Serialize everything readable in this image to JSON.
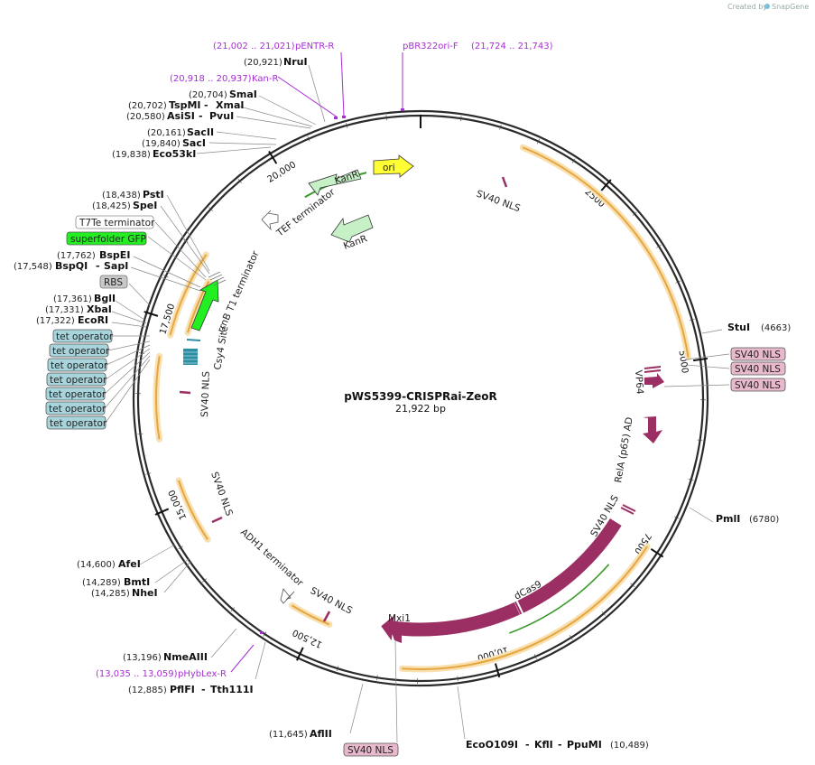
{
  "credit": {
    "prefix": "Created by",
    "brand": "SnapGene"
  },
  "plasmid": {
    "name": "pWS5399-CRISPRai-ZeoR",
    "length": "21,922 bp"
  },
  "ticks": [
    "2500",
    "5000",
    "7500",
    "10,000",
    "12,500",
    "15,000",
    "17,500",
    "20,000"
  ],
  "enzymes": [
    {
      "pos": "(20,921)",
      "name": "NruI"
    },
    {
      "pos": "(20,704)",
      "name": "SmaI"
    },
    {
      "pos": "(20,702)",
      "name": "TspMI",
      "name2": "XmaI"
    },
    {
      "pos": "(20,580)",
      "name": "AsiSI",
      "name2": "PvuI"
    },
    {
      "pos": "(20,161)",
      "name": "SacII"
    },
    {
      "pos": "(19,840)",
      "name": "SacI"
    },
    {
      "pos": "(19,838)",
      "name": "Eco53kI"
    },
    {
      "pos": "(18,438)",
      "name": "PstI"
    },
    {
      "pos": "(18,425)",
      "name": "SpeI"
    },
    {
      "pos": "(17,762)",
      "name": "BspEI"
    },
    {
      "pos": "(17,548)",
      "name": "BspQI",
      "name2": "SapI"
    },
    {
      "pos": "(17,361)",
      "name": "BglI"
    },
    {
      "pos": "(17,331)",
      "name": "XbaI"
    },
    {
      "pos": "(17,322)",
      "name": "EcoRI"
    },
    {
      "pos": "(4663)",
      "name": "StuI"
    },
    {
      "pos": "(6780)",
      "name": "PmlI"
    },
    {
      "pos": "(14,600)",
      "name": "AfeI"
    },
    {
      "pos": "(14,289)",
      "name": "BmtI"
    },
    {
      "pos": "(14,285)",
      "name": "NheI"
    },
    {
      "pos": "(13,196)",
      "name": "NmeAIII"
    },
    {
      "pos": "(12,885)",
      "name": "PflFI",
      "name2": "Tth111I"
    },
    {
      "pos": "(11,645)",
      "name": "AflII"
    },
    {
      "pos": "(10,489)",
      "name": "EcoO109I",
      "name2": "KflI",
      "name3": "PpuMI"
    }
  ],
  "primers": [
    {
      "pos": "(21,002 .. 21,021)",
      "name": "pENTR-R"
    },
    {
      "pos": "(21,724 .. 21,743)",
      "name": "pBR322ori-F"
    },
    {
      "pos": "(20,918 .. 20,937)",
      "name": "Kan-R"
    },
    {
      "pos": "(13,035 .. 13,059)",
      "name": "pHybLex-R"
    }
  ],
  "boxed_labels": [
    "T7Te terminator",
    "superfolder GFP",
    "RBS",
    "tet operator",
    "tet operator",
    "tet operator",
    "tet operator",
    "tet operator",
    "tet operator",
    "tet operator",
    "SV40 NLS",
    "SV40 NLS",
    "SV40 NLS",
    "SV40 NLS"
  ],
  "features": [
    "ori",
    "KanR",
    "KanR",
    "TEF terminator",
    "SV40 NLS",
    "rrnB T1 terminator",
    "Csy4 Site",
    "SV40 NLS",
    "VP64",
    "RelA (p65) AD",
    "SV40 NLS",
    "dCas9",
    "Mxi1",
    "SV40 NLS",
    "ADH1 terminator",
    "SV40 NLS"
  ],
  "colors": {
    "backbone": "#2b2b2b",
    "cds_maroon": "#9b2f63",
    "orf_orange": "#e6a640",
    "orf_glow": "#f8e0b0",
    "ori_yellow": "#ffff33",
    "kanr_green": "#c6f0c6",
    "gfp_green": "#22ee22",
    "primer_purple": "#a52fd0",
    "tet_blue": "#a8d5dc",
    "nls_pink": "#e8b8cc",
    "rbs_grey": "#c8c8c8",
    "csy4_teal": "#2c8ea3"
  }
}
